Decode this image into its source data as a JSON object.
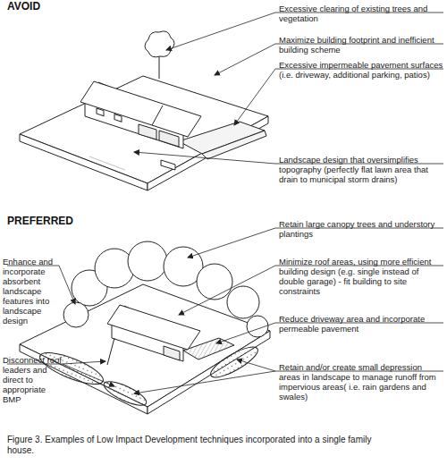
{
  "diagram": {
    "caption": "Figure 3.  Examples of Low Impact Development techniques incorporated into a single family house.",
    "labels": [
      "AVOID",
      "Excessive clearing of existing trees and vegetation",
      "Maximize building footprint and inefficient building scheme",
      "Excessive impermeable pavement surfaces (i.e. driveway, additional parking, patios)",
      "Landscape design that oversimplifies topography (perfectly flat lawn area that drain to municipal storm drains)",
      "PREFERRED",
      "Retain large canopy trees and understory plantings",
      "Enhance and incorporate absorbent landscape features into landscape design",
      "Minimize roof areas, using more efficient building design (e.g. single instead of double garage) - fit building to site constraints",
      "Reduce driveway area and incorporate permeable pavement",
      "Disconnect roof leaders and direct to appropriate BMP",
      "Retain and/or create small depression areas in landscape to manage runoff from impervious areas( i.e. rain gardens and swales)"
    ]
  }
}
